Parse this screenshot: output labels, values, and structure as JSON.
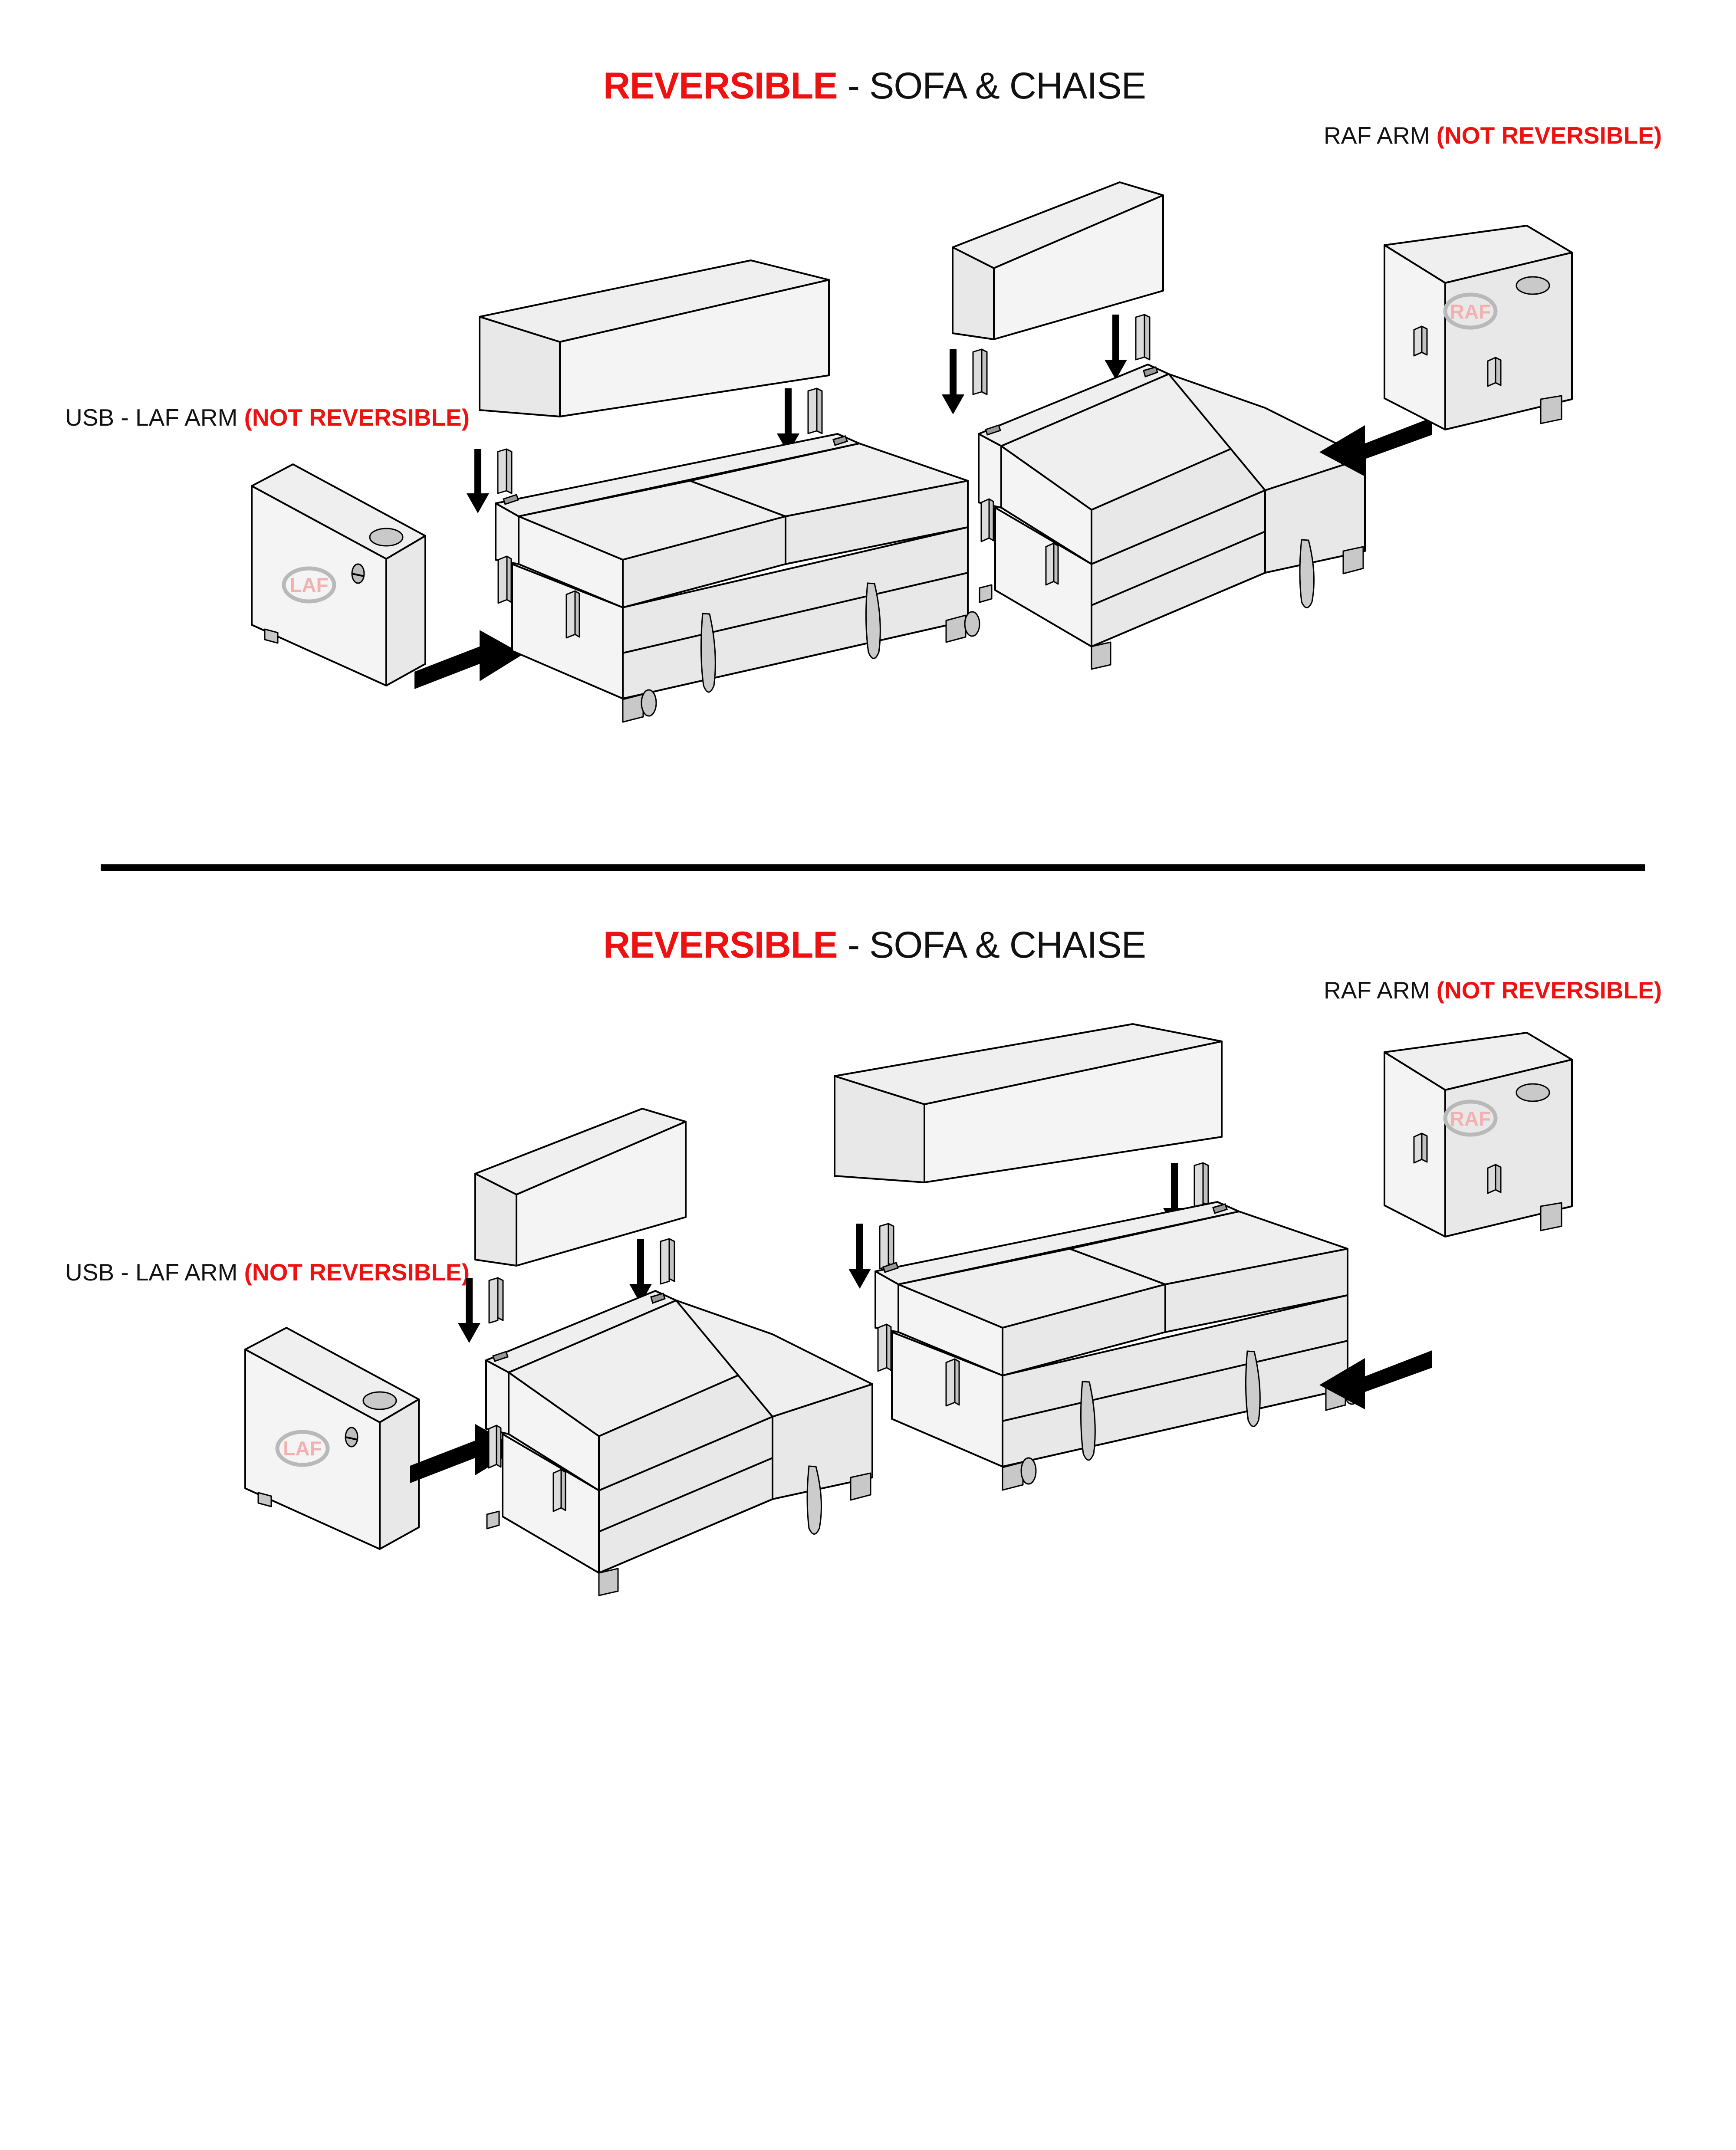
{
  "document": {
    "background_color": "#ffffff",
    "accent_red": "#ee1111",
    "text_black": "#111111",
    "badge_text_color": "#f2b0b0"
  },
  "divider": {
    "name": "section-divider",
    "color": "#000000"
  },
  "sections": [
    {
      "id": "top",
      "title": {
        "highlight": "REVERSIBLE",
        "rest": " - SOFA & CHAISE"
      },
      "left_arm_label": {
        "black": "USB - LAF ARM ",
        "red": "(NOT REVERSIBLE)"
      },
      "right_arm_label": {
        "black": "RAF ARM ",
        "red": "(NOT REVERSIBLE)"
      },
      "left_arm_badge": "LAF",
      "right_arm_badge": "RAF",
      "left_module": "two-seat-sofa",
      "right_module": "chaise"
    },
    {
      "id": "bottom",
      "title": {
        "highlight": "REVERSIBLE",
        "rest": " - SOFA & CHAISE"
      },
      "left_arm_label": {
        "black": "USB - LAF ARM ",
        "red": "(NOT REVERSIBLE)"
      },
      "right_arm_label": {
        "black": "RAF ARM ",
        "red": "(NOT REVERSIBLE)"
      },
      "left_arm_badge": "LAF",
      "right_arm_badge": "RAF",
      "left_module": "chaise",
      "right_module": "two-seat-sofa"
    }
  ],
  "parts": {
    "laf_arm": "USB LAF arm panel",
    "raf_arm": "RAF arm panel",
    "backrest": "back cushion wedge",
    "seat_base": "seat base module",
    "seat_cushion": "seat cushion",
    "bracket_clip": "connector bracket",
    "cup_holder": "cup holder",
    "usb_port": "USB port",
    "leg": "furniture leg",
    "pull_strap": "pull strap",
    "down_arrow": "insert downward",
    "side_arrow": "slide arm into seat"
  }
}
